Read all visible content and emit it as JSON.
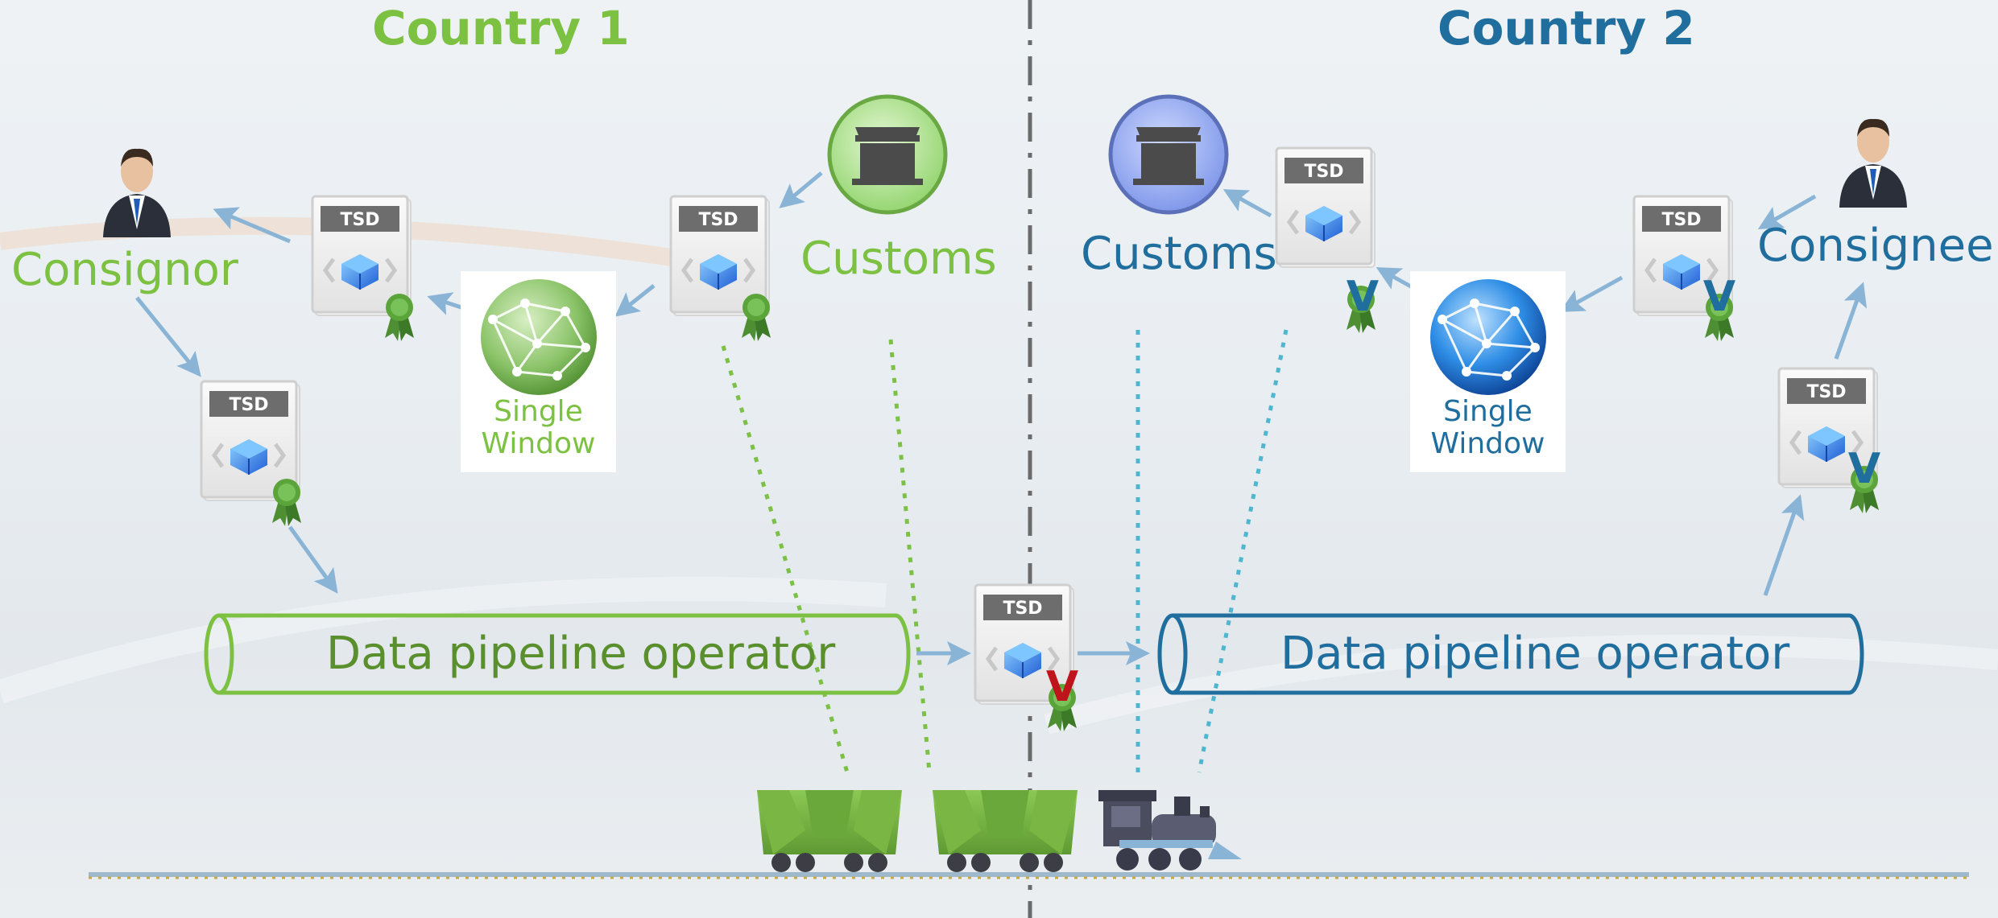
{
  "colors": {
    "country1": "#7dc142",
    "country2": "#1f6e9e",
    "country1_dark": "#5a8f2e",
    "arrow": "#8ab4d6",
    "dotted_green": "#7cc046",
    "dotted_blue": "#4fb6cf",
    "verify_red": "#c0141c",
    "verify_blue": "#1f6e9e",
    "track": "#9fb8cc"
  },
  "country1": {
    "title": "Country 1",
    "consignor": "Consignor",
    "customs": "Customs",
    "single_window": [
      "Single",
      "Window"
    ],
    "pipeline": "Data pipeline operator"
  },
  "country2": {
    "title": "Country 2",
    "consignee": "Consignee",
    "customs": "Customs",
    "single_window": [
      "Single",
      "Window"
    ],
    "pipeline": "Data pipeline operator"
  },
  "document": {
    "tag": "TSD",
    "verify_mark": "V"
  },
  "icons": {
    "person": "businessman-icon",
    "customs": "customs-building-icon",
    "single_window": "globe-network-icon",
    "document": "tsd-document-icon",
    "seal": "award-ribbon-icon",
    "train": "freight-train-icon"
  }
}
